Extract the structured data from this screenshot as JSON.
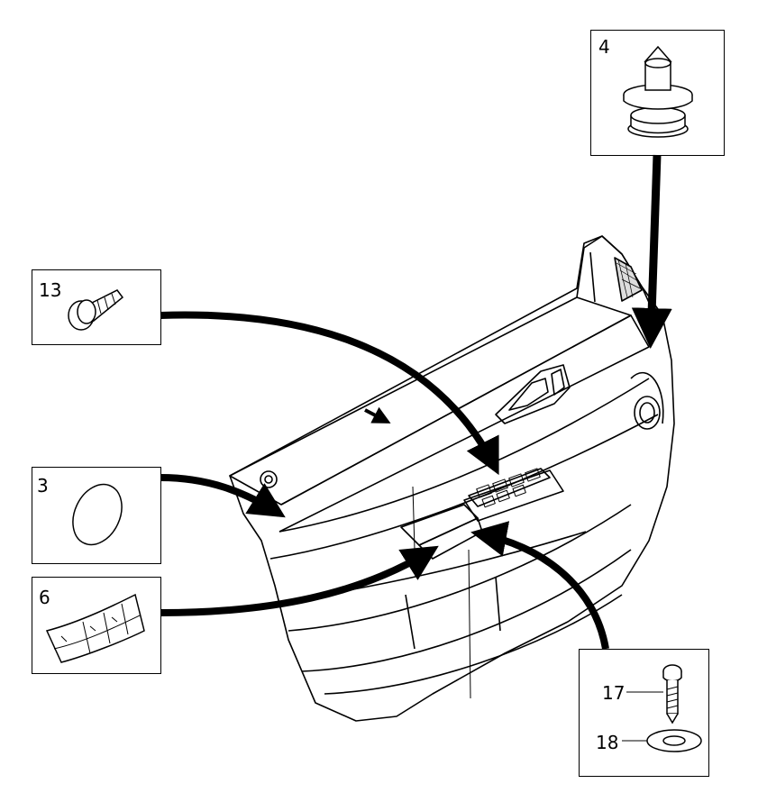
{
  "diagram": {
    "callouts": {
      "c4": "4",
      "c13": "13",
      "c3": "3",
      "c6": "6",
      "c17": "17",
      "c18": "18"
    },
    "colors": {
      "line": "#000000",
      "background": "#ffffff"
    }
  }
}
